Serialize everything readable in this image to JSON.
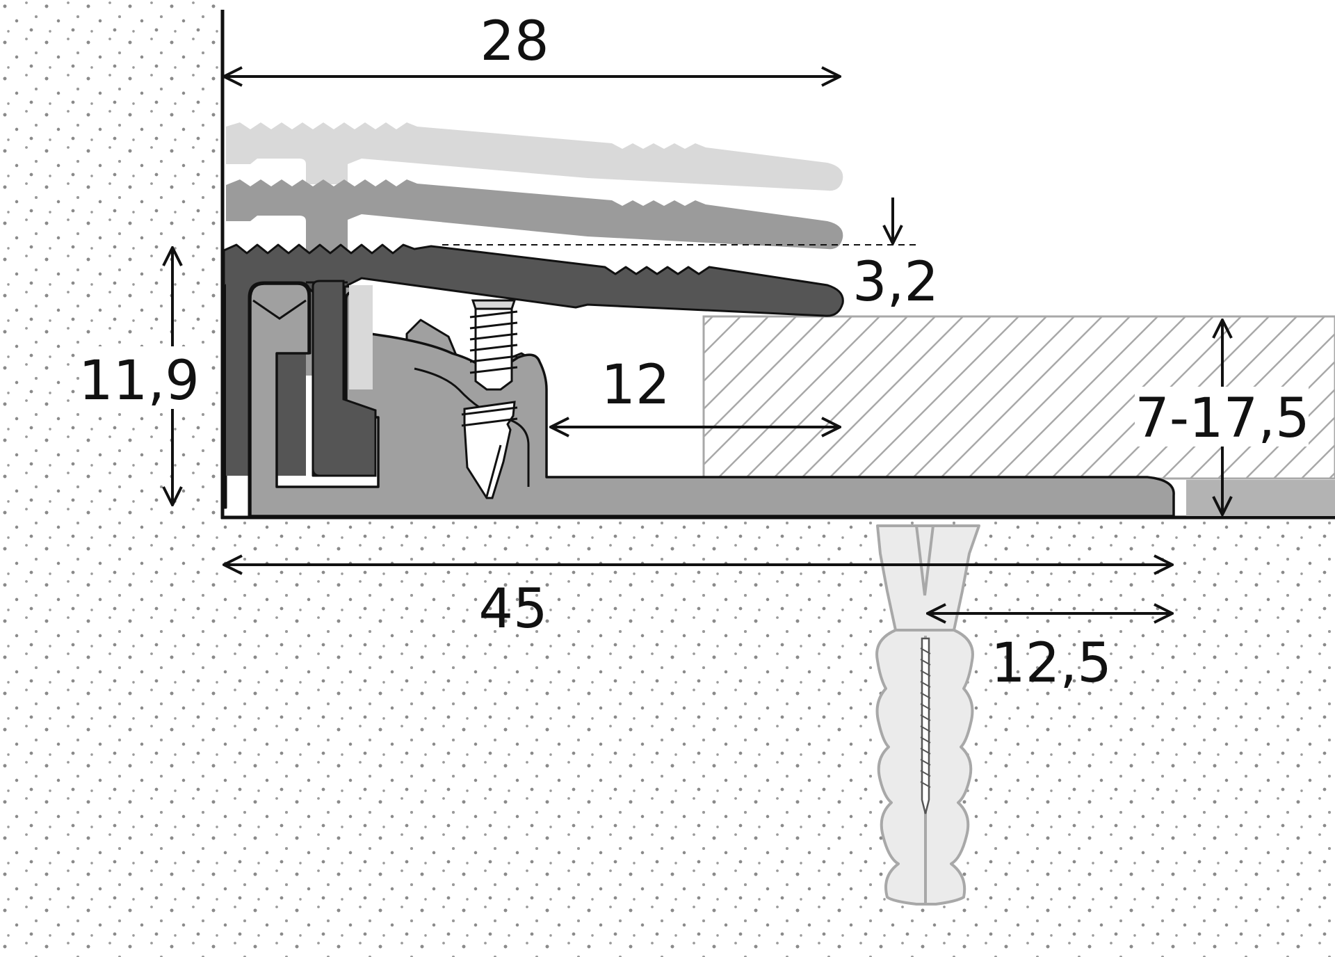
{
  "diagram": {
    "dimensions": {
      "top_width": "28",
      "lip_gap": "3,2",
      "height": "11,9",
      "overlap": "12",
      "floor_thickness": "7-17,5",
      "base_width": "45",
      "anchor_offset": "12,5"
    },
    "colors": {
      "profile_dark": "#555555",
      "profile_mid": "#9b9b9b",
      "profile_light": "#d9d9d9",
      "base_profile": "#a0a0a0",
      "floor_hatch": "#a8a8a8",
      "dowel": "#ebebeb",
      "outline": "#111111"
    },
    "icons": {
      "screw": "screw-icon",
      "dowel": "wall-plug-icon"
    }
  }
}
